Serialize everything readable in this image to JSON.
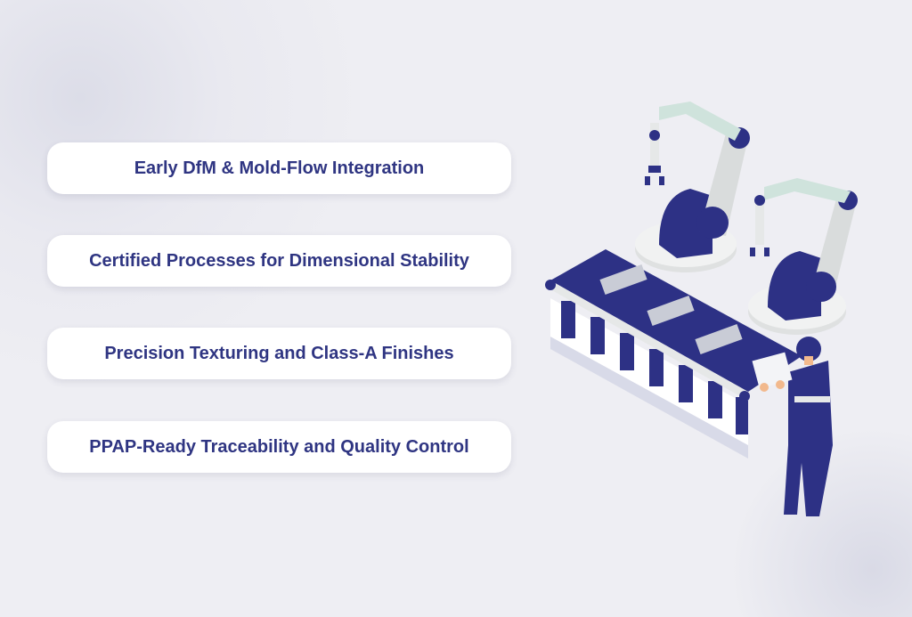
{
  "features": [
    {
      "label": "Early DfM & Mold-Flow Integration"
    },
    {
      "label": "Certified Processes for Dimensional Stability"
    },
    {
      "label": "Precision Texturing and Class-A Finishes"
    },
    {
      "label": "PPAP-Ready Traceability and Quality Control"
    }
  ],
  "colors": {
    "text": "#2f3582",
    "navy": "#2d3185",
    "robot_light": "#e6e8e8",
    "robot_mint": "#cfe3dc"
  }
}
